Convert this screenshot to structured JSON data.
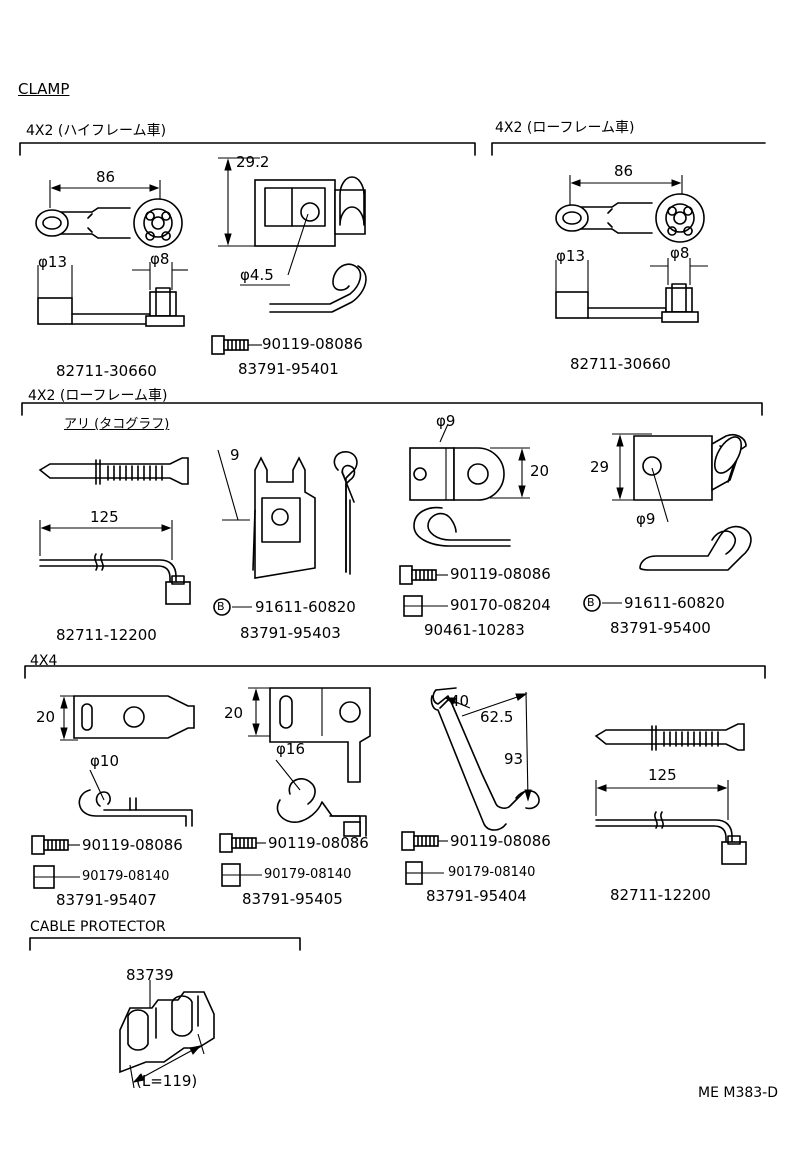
{
  "title": "CLAMP",
  "sections": {
    "hi_frame": "4X2 (ハイフレーム車)",
    "lo_frame_top": "4X2 (ローフレーム車)",
    "lo_frame_mid": "4X2 (ローフレーム車)",
    "taco_sub": "アリ (タコグラフ)",
    "four_by_four": "4X4",
    "cable_protector": "CABLE PROTECTOR"
  },
  "dims": {
    "d86a": "86",
    "d86b": "86",
    "d13a": "φ13",
    "d8a": "φ8",
    "d13b": "φ13",
    "d8b": "φ8",
    "d292": "29.2",
    "d45": "φ4.5",
    "d9dim": "9",
    "d125a": "125",
    "d125b": "125",
    "d9a": "φ9",
    "d20a": "20",
    "d29": "29",
    "d9b": "φ9",
    "d20b": "20",
    "d10": "φ10",
    "d20c": "20",
    "d16": "φ16",
    "d40": "40",
    "d625": "62.5",
    "d93": "93",
    "len": "(L=119)"
  },
  "parts": {
    "p1": "82711-30660",
    "p2": "90119-08086",
    "p3": "83791-95401",
    "p4": "82711-30660",
    "p5": "82711-12200",
    "p6": "91611-60820",
    "p7": "83791-95403",
    "p8": "90119-08086",
    "p9": "90170-08204",
    "p10": "90461-10283",
    "p11": "91611-60820",
    "p12": "83791-95400",
    "p13": "90119-08086",
    "p14": "90179-08140",
    "p15": "83791-95407",
    "p16": "90119-08086",
    "p17": "90179-08140",
    "p18": "83791-95405",
    "p19": "90119-08086",
    "p20": "90179-08140",
    "p21": "83791-95404",
    "p22": "82711-12200",
    "p23": "83739"
  },
  "badge": "B",
  "footer_code": "ME M383-D"
}
